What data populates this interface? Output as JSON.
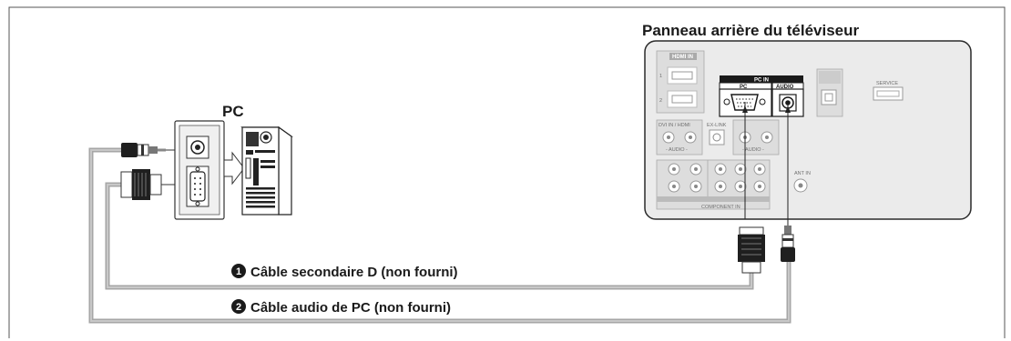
{
  "tv_panel": {
    "title": "Panneau arrière du téléviseur",
    "ports": {
      "hdmi_in": "HDMI IN",
      "hdmi_1": "1",
      "hdmi_2": "2",
      "pc_in": "PC IN",
      "pc": "PC",
      "audio": "AUDIO",
      "service": "SERVICE",
      "ex_link": "EX-LINK",
      "dvi_in": "DVI IN / HDMI",
      "audio_dash": "- AUDIO -",
      "component_in": "COMPONENT IN",
      "ant_in": "ANT IN"
    }
  },
  "pc": {
    "label": "PC"
  },
  "cables": [
    {
      "number": "1",
      "label": "Câble secondaire D (non fourni)"
    },
    {
      "number": "2",
      "label": "Câble audio de PC (non fourni)"
    }
  ],
  "colors": {
    "cable": "#a6a6a6",
    "cable_core": "#c4c4c4",
    "panel": "#ebebeb",
    "border": "#2b2b2b"
  }
}
